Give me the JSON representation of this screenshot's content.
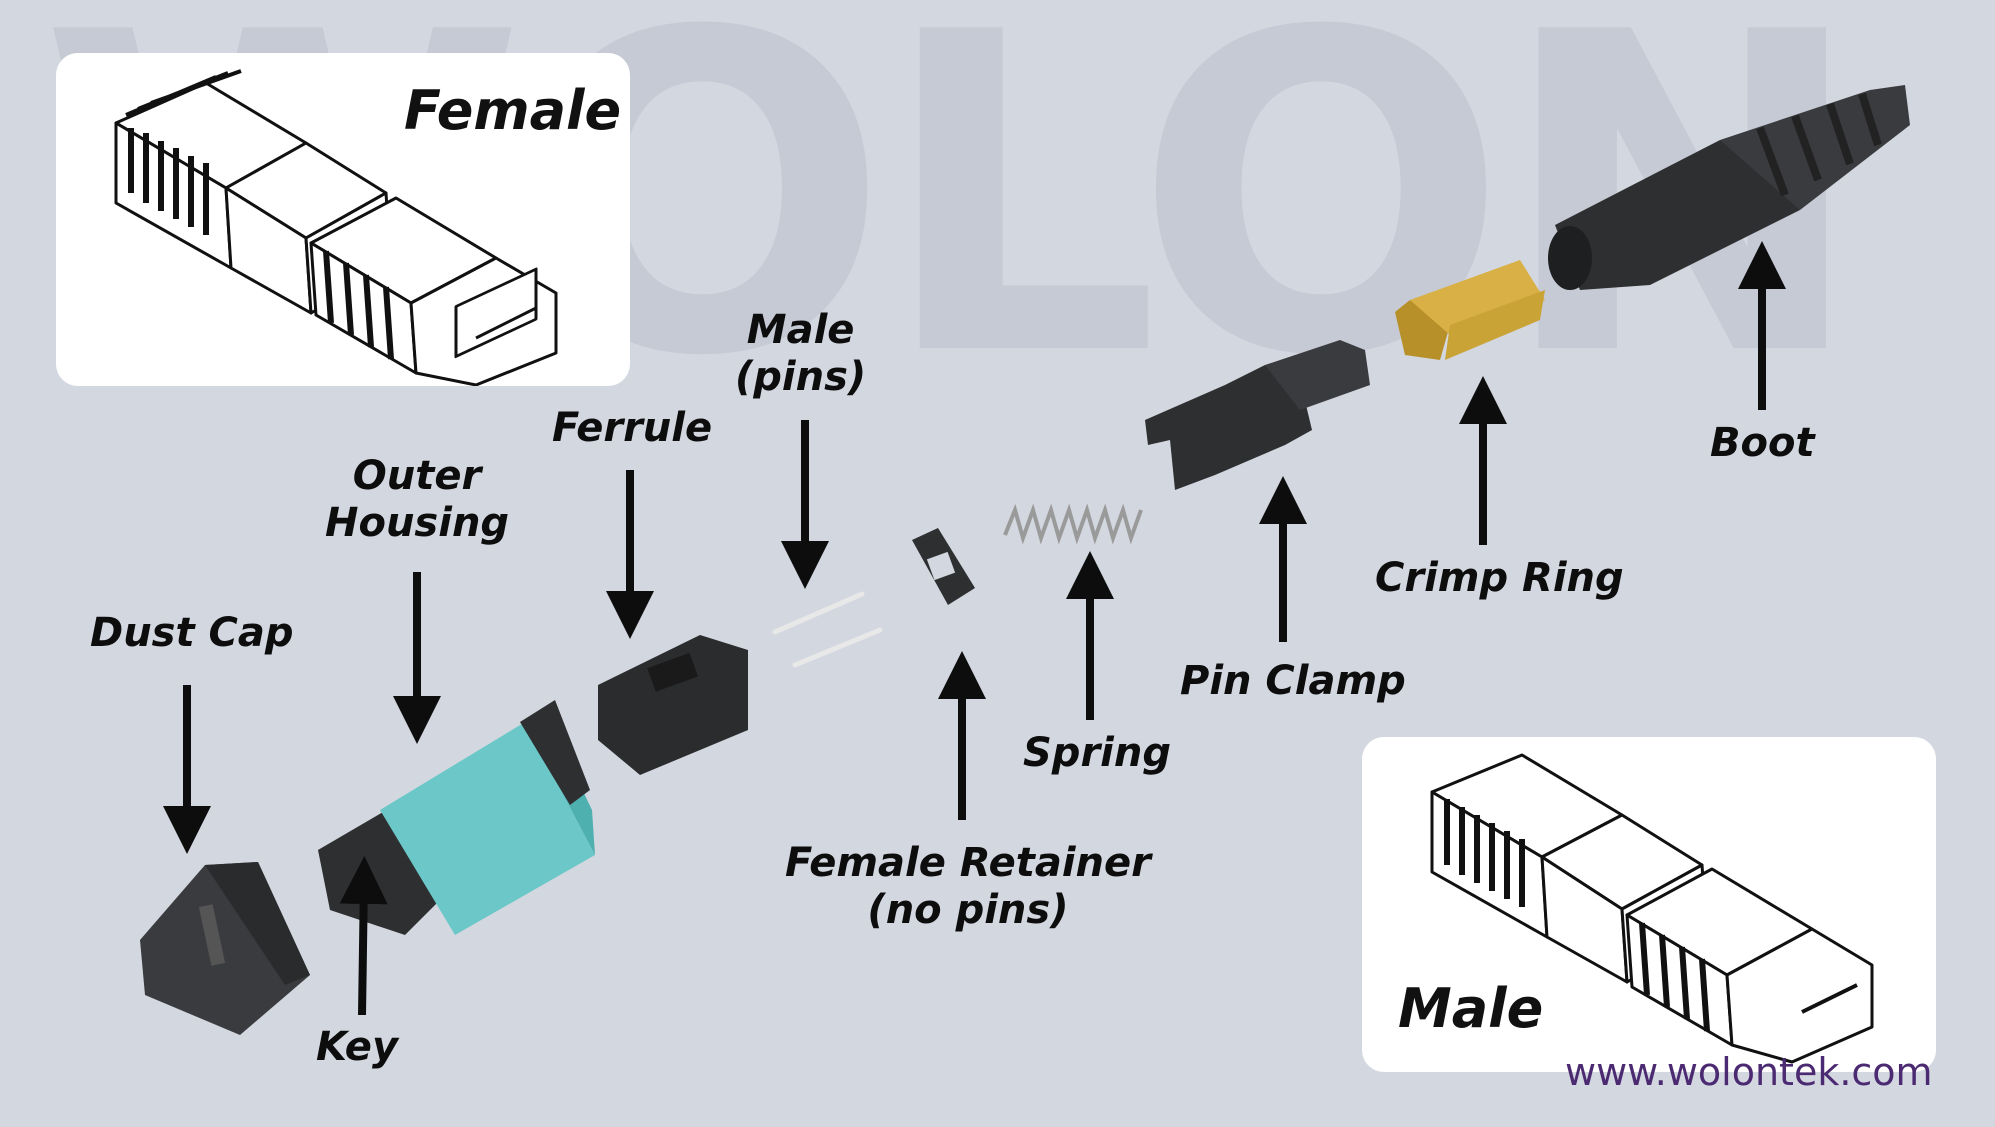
{
  "watermark": "WOLON",
  "panels": {
    "female_title": "Female",
    "male_title": "Male"
  },
  "labels": {
    "dust_cap": "Dust Cap",
    "outer_housing_1": "Outer",
    "outer_housing_2": "Housing",
    "ferrule": "Ferrule",
    "male_pins_1": "Male",
    "male_pins_2": "(pins)",
    "female_retainer_1": "Female Retainer",
    "female_retainer_2": "(no pins)",
    "spring": "Spring",
    "pin_clamp": "Pin Clamp",
    "crimp_ring": "Crimp Ring",
    "boot": "Boot",
    "key": "Key"
  },
  "website": "www.wolontek.com",
  "colors": {
    "background": "#d3d7e0",
    "housing_aqua": "#6cc8c8",
    "part_dark": "#2e2f31",
    "crimp_gold": "#c9a336",
    "url_purple": "#4b2a72"
  }
}
